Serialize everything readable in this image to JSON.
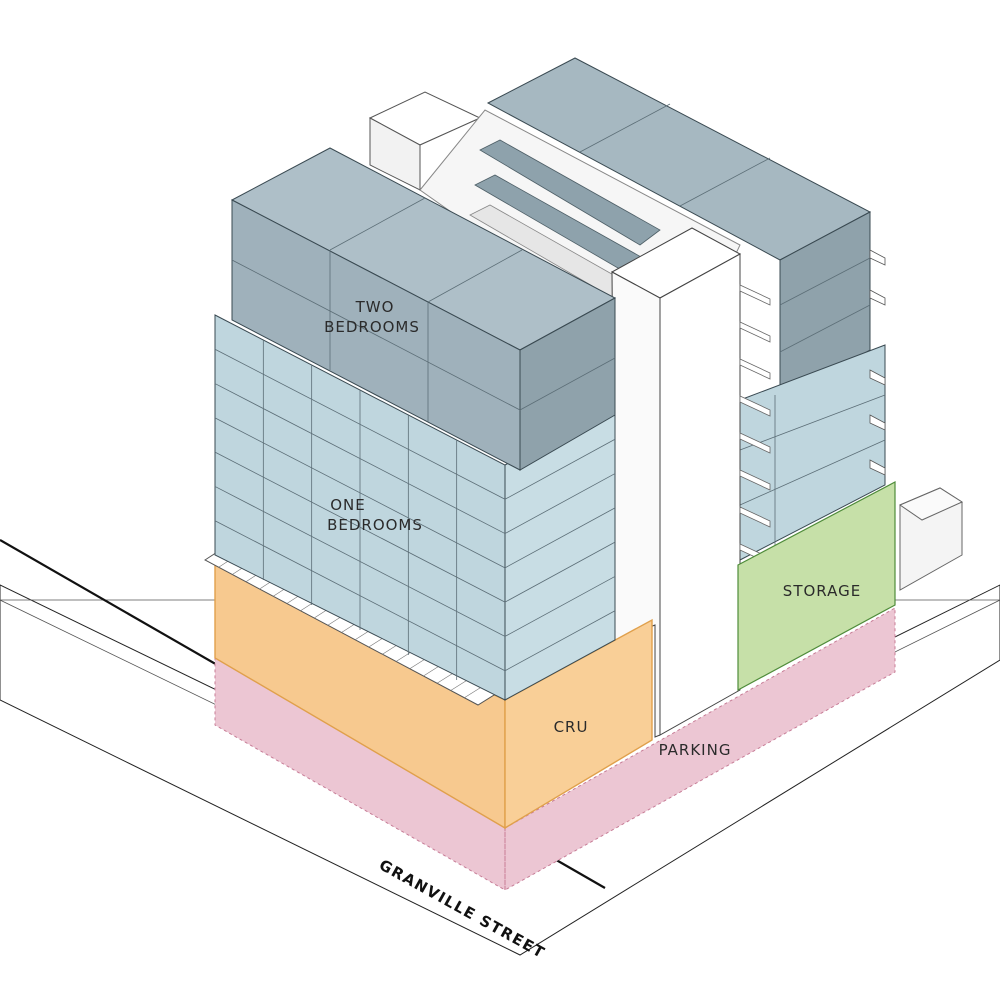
{
  "diagram": {
    "labels": {
      "two_bedrooms_line1": "TWO",
      "two_bedrooms_line2": "BEDROOMS",
      "one_bedrooms_line1": "ONE",
      "one_bedrooms_line2": "BEDROOMS",
      "storage": "STORAGE",
      "cru": "CRU",
      "parking": "PARKING",
      "street": "GRANVILLE STREET"
    },
    "colors": {
      "two_bedrooms": "#9fb1bb",
      "one_bedrooms": "#bfd6de",
      "cru": "#f7c98f",
      "storage": "#c6e0a8",
      "parking": "#ecc6d3",
      "core": "#ffffff"
    }
  }
}
